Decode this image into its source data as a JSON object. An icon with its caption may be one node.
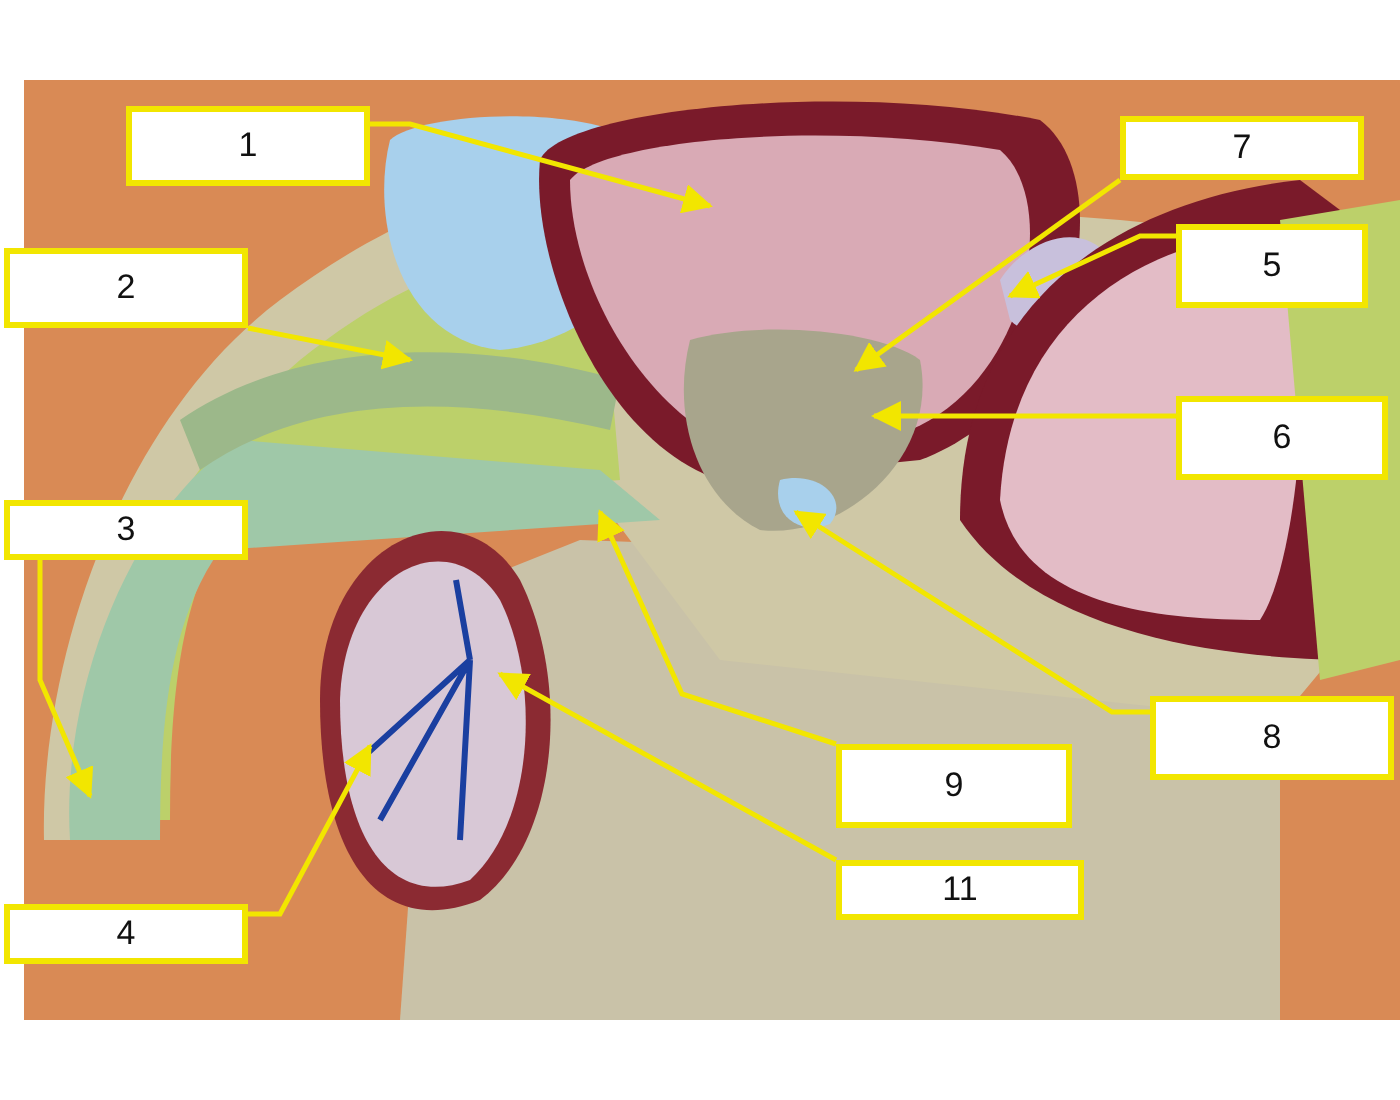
{
  "diagram": {
    "nodes": [
      {
        "text": [
          "1"
        ]
      },
      {
        "text": [
          "2"
        ]
      },
      {
        "text": [
          "3"
        ]
      },
      {
        "text": [
          "4"
        ]
      },
      {
        "text": [
          "5"
        ]
      },
      {
        "text": [
          "6"
        ]
      },
      {
        "text": [
          "7"
        ]
      },
      {
        "text": [
          "8"
        ]
      },
      {
        "text": [
          "9"
        ]
      },
      {
        "text": [
          "11"
        ]
      }
    ],
    "edges": [
      {
        "from": 0,
        "to": null,
        "arrow": "to"
      },
      {
        "from": 1,
        "to": null,
        "arrow": "to"
      },
      {
        "from": 2,
        "to": null,
        "arrow": "to"
      },
      {
        "from": 3,
        "to": null,
        "arrow": "to"
      },
      {
        "from": 4,
        "to": null,
        "arrow": "to"
      },
      {
        "from": 5,
        "to": null,
        "arrow": "to"
      },
      {
        "from": 6,
        "to": null,
        "arrow": "to"
      },
      {
        "from": 7,
        "to": null,
        "arrow": "to"
      },
      {
        "from": 8,
        "to": null,
        "arrow": "to"
      },
      {
        "from": 9,
        "to": null,
        "arrow": "to"
      }
    ]
  }
}
